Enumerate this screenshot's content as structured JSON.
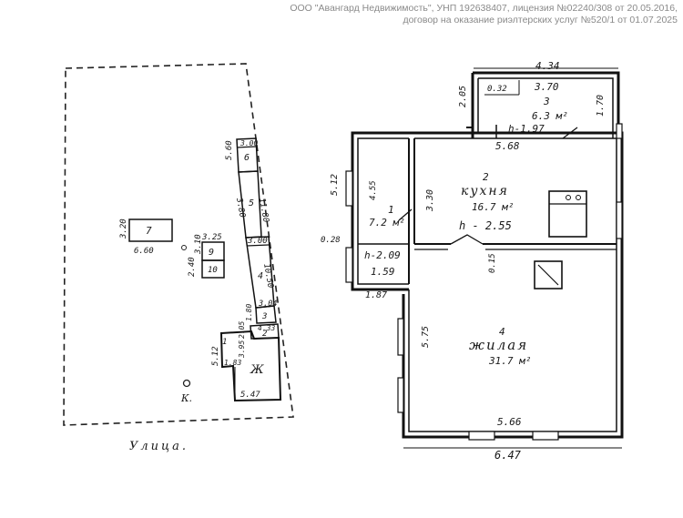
{
  "header": {
    "line1": "ООО \"Авангард Недвижимость\", УНП 192638407, лицензия №02240/308 от 20.05.2016,",
    "line2": "договор на оказание риэлтерских услуг №520/1 от 01.07.2025"
  },
  "site_plan": {
    "street_label": "Улица.",
    "building_7": {
      "number": "7",
      "w": "6.60",
      "h": "3.20"
    },
    "building_9": {
      "number": "9",
      "w": "3.25",
      "h": "3.10"
    },
    "building_10": {
      "number": "10",
      "h": "2.40"
    },
    "building_6": {
      "number": "6",
      "w": "3.00",
      "h": "5.60"
    },
    "building_5": {
      "number": "5",
      "h": "3.80"
    },
    "building_4": {
      "number": "4",
      "w": "3.00",
      "h": "10.50"
    },
    "length_11": "11.80",
    "building_3": {
      "number": "3",
      "w": "3.04",
      "h": "1.80"
    },
    "building_2": {
      "number": "2",
      "w": "4.33",
      "h": "2.05"
    },
    "building_1": {
      "number": "1",
      "sub": "1.83",
      "h": "5.12",
      "h2": "3.95",
      "w": "5.47"
    },
    "house_label": "Ж",
    "well_label": "К."
  },
  "floor_plan": {
    "dim_top": "4.34",
    "dim_top_h": "2.05",
    "room3": {
      "d1": "0.32",
      "d2": "3.70",
      "number": "3",
      "area": "6.3 м²",
      "height": "h-1.97",
      "side": "1.70"
    },
    "dim_568": "5.68",
    "room1": {
      "number": "1",
      "area": "7.2 м²",
      "h": "4.55",
      "height": "h-2.09",
      "w": "1.59",
      "bottom": "1.87",
      "outer": "5.12",
      "side": "0.28"
    },
    "room2": {
      "number": "2",
      "name": "кухня",
      "area": "16.7 м²",
      "height": "h - 2.55",
      "side": "3.30"
    },
    "room4": {
      "number": "4",
      "name": "жилая",
      "area": "31.7 м²",
      "side": "5.75",
      "w": "5.66",
      "step": "0.15"
    },
    "dim_bottom": "6.47"
  }
}
